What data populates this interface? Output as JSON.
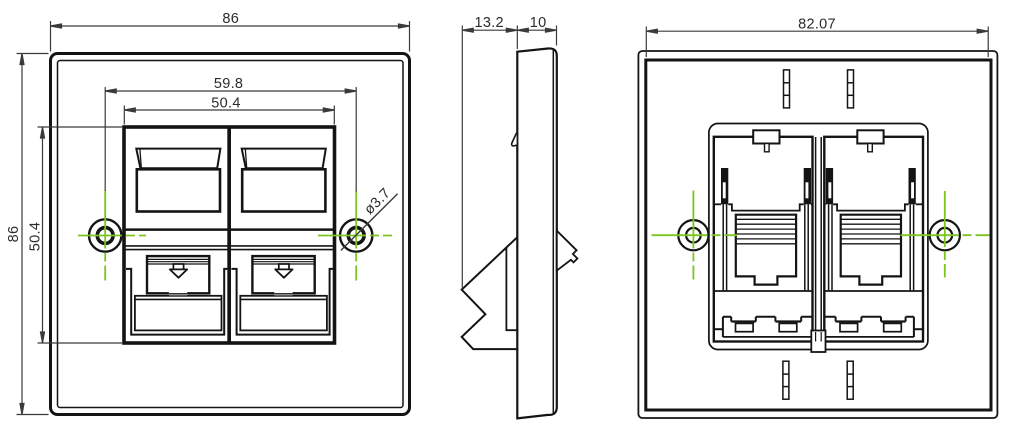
{
  "drawing": {
    "subject": "dual-port faceplate technical drawing, three orthographic views",
    "colors": {
      "background": "#ffffff",
      "outline": "#141414",
      "dimension_line": "#3a3a3a",
      "centerline_green": "#7cc51e"
    },
    "dimensions": {
      "front_view": {
        "overall_width": "86",
        "overall_height": "86",
        "hole_spacing": "59.8",
        "module_width": "50.4",
        "module_height": "50.4",
        "hole_diameter": "ø3.7"
      },
      "side_view": {
        "mount_depth": "13.2",
        "plate_depth": "10"
      },
      "rear_view": {
        "inner_width": "82.07"
      }
    }
  }
}
